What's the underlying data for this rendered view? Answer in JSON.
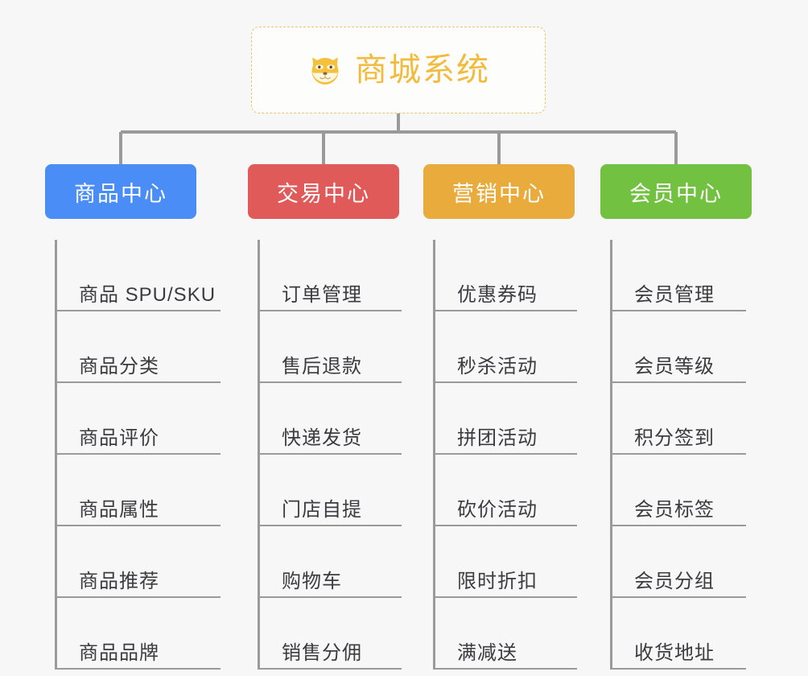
{
  "root": {
    "title": "商城系统",
    "icon": "dog-face-emoji",
    "border_color": "#eac66a",
    "text_color": "#f2bb3d",
    "background": "#fdfdfb"
  },
  "canvas": {
    "background": "#f7f7f7",
    "connector_color": "#9a9a9a"
  },
  "branches": [
    {
      "label": "商品中心",
      "color": "#4a8df6",
      "items": [
        {
          "label": "商品 SPU/SKU"
        },
        {
          "label": "商品分类"
        },
        {
          "label": "商品评价"
        },
        {
          "label": "商品属性"
        },
        {
          "label": "商品推荐"
        },
        {
          "label": "商品品牌"
        }
      ]
    },
    {
      "label": "交易中心",
      "color": "#e05a5a",
      "items": [
        {
          "label": "订单管理"
        },
        {
          "label": "售后退款"
        },
        {
          "label": "快递发货"
        },
        {
          "label": "门店自提"
        },
        {
          "label": "购物车"
        },
        {
          "label": "销售分佣"
        }
      ]
    },
    {
      "label": "营销中心",
      "color": "#e8ab3c",
      "items": [
        {
          "label": "优惠券码"
        },
        {
          "label": "秒杀活动"
        },
        {
          "label": "拼团活动"
        },
        {
          "label": "砍价活动"
        },
        {
          "label": "限时折扣"
        },
        {
          "label": "满减送"
        }
      ]
    },
    {
      "label": "会员中心",
      "color": "#72c141",
      "items": [
        {
          "label": "会员管理"
        },
        {
          "label": "会员等级"
        },
        {
          "label": "积分签到"
        },
        {
          "label": "会员标签"
        },
        {
          "label": "会员分组"
        },
        {
          "label": "收货地址"
        }
      ]
    }
  ]
}
